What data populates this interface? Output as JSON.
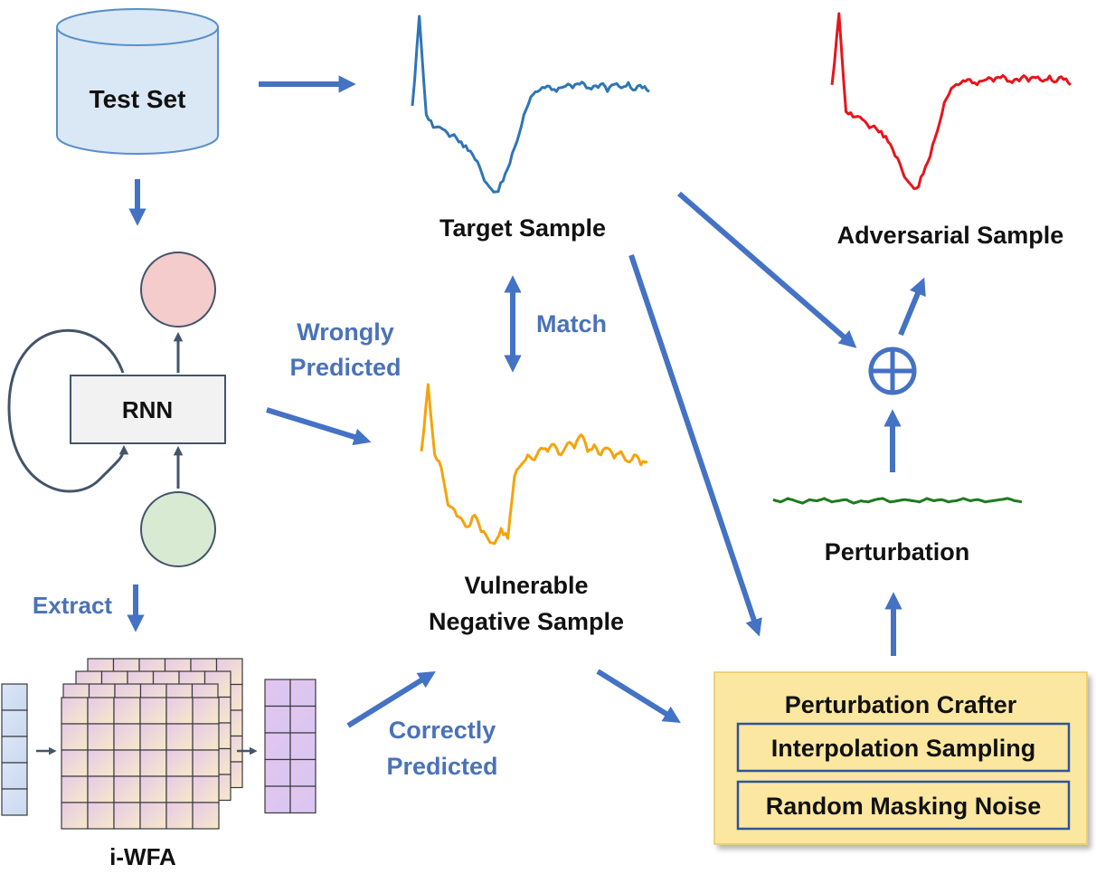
{
  "nodes": {
    "test_set": "Test Set",
    "rnn": "RNN",
    "target_sample": "Target Sample",
    "adversarial_sample": "Adversarial Sample",
    "vulnerable_line1": "Vulnerable",
    "vulnerable_line2": "Negative Sample",
    "perturbation": "Perturbation",
    "iwfa": "i-WFA",
    "crafter_title": "Perturbation Crafter",
    "crafter_item1": "Interpolation Sampling",
    "crafter_item2": "Random Masking Noise"
  },
  "edge_labels": {
    "match": "Match",
    "wrongly_line1": "Wrongly",
    "wrongly_line2": "Predicted",
    "extract": "Extract",
    "correctly_line1": "Correctly",
    "correctly_line2": "Predicted"
  },
  "colors": {
    "arrow": "#4472C4",
    "target_wave": "#2E75B6",
    "adversarial_wave": "#E8141B",
    "vulnerable_wave": "#F5A30A",
    "perturbation_wave": "#1E7B1E",
    "crafter_fill": "#FCE7A0",
    "cylinder_fill": "#DAE8F5",
    "output_node": "#F4CCCC",
    "input_node": "#D9EAD3"
  },
  "waves": {
    "target": [
      0.5,
      0.0,
      0.55,
      0.62,
      0.62,
      0.65,
      0.66,
      0.7,
      0.75,
      0.8,
      0.88,
      0.95,
      0.98,
      0.92,
      0.82,
      0.7,
      0.55,
      0.45,
      0.42,
      0.4,
      0.41,
      0.4,
      0.39,
      0.4,
      0.38,
      0.4,
      0.39,
      0.38,
      0.42,
      0.38,
      0.4,
      0.37,
      0.41,
      0.4,
      0.42
    ],
    "adversarial": [
      0.4,
      0.0,
      0.55,
      0.58,
      0.58,
      0.62,
      0.63,
      0.66,
      0.72,
      0.8,
      0.88,
      0.95,
      0.98,
      0.9,
      0.8,
      0.66,
      0.5,
      0.42,
      0.4,
      0.38,
      0.39,
      0.38,
      0.37,
      0.38,
      0.36,
      0.38,
      0.37,
      0.36,
      0.38,
      0.36,
      0.38,
      0.35,
      0.38,
      0.37,
      0.4
    ],
    "vulnerable": [
      0.4,
      0.0,
      0.42,
      0.5,
      0.72,
      0.75,
      0.8,
      0.85,
      0.78,
      0.88,
      0.92,
      0.95,
      0.86,
      0.92,
      0.55,
      0.48,
      0.42,
      0.45,
      0.38,
      0.4,
      0.36,
      0.42,
      0.35,
      0.38,
      0.3,
      0.4,
      0.36,
      0.42,
      0.38,
      0.44,
      0.4,
      0.46,
      0.42,
      0.48,
      0.46
    ],
    "perturbation": [
      0.4,
      0.6,
      0.3,
      0.5,
      0.7,
      0.4,
      0.5,
      0.3,
      0.6,
      0.5,
      0.4,
      0.7,
      0.5,
      0.6,
      0.4,
      0.3,
      0.6,
      0.5,
      0.4,
      0.5,
      0.6,
      0.3,
      0.5,
      0.4,
      0.6,
      0.5,
      0.3,
      0.5,
      0.4,
      0.6,
      0.5,
      0.4,
      0.3,
      0.5,
      0.6
    ]
  }
}
